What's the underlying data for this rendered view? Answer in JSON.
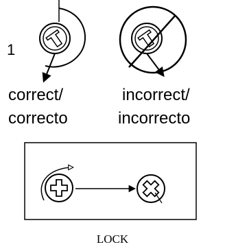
{
  "step_number": "1",
  "captions": {
    "correct_en": "correct/",
    "correct_es": "correcto",
    "incorrect_en": "incorrect/",
    "incorrect_es": "incorrecto"
  },
  "lock_label": "LOCK",
  "icons": {
    "correct_screw": "screw-head-icon",
    "incorrect_screw": "screw-head-icon",
    "prohibited": "prohibition-slash-icon",
    "lock_start": "plus-slot-icon",
    "lock_end": "locked-x-slot-icon"
  }
}
